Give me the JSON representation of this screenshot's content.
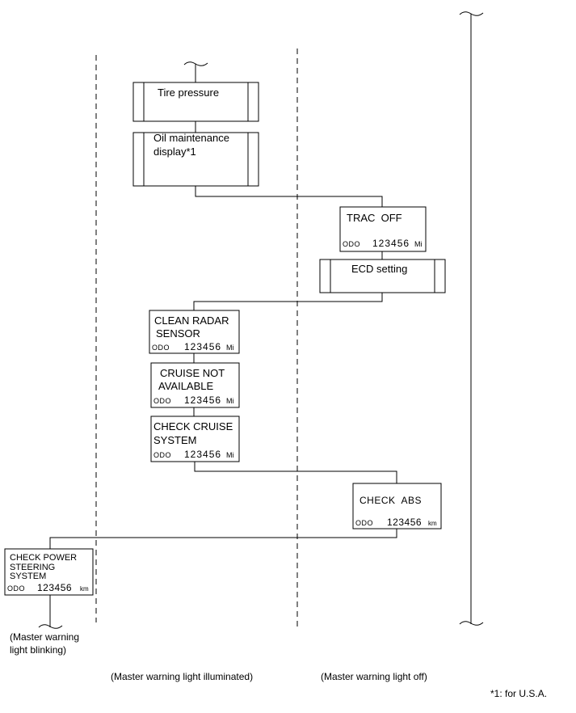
{
  "boxes": {
    "tire_pressure": {
      "label": "Tire pressure"
    },
    "oil_maintenance": {
      "line1": "Oil maintenance",
      "line2": "display*1"
    },
    "trac_off": {
      "label": "TRAC  OFF",
      "odo_label": "ODO",
      "odo_value": "123456",
      "odo_unit": "Mi"
    },
    "ecd_setting": {
      "label": "ECD setting"
    },
    "clean_radar": {
      "line1": "CLEAN RADAR",
      "line2": "SENSOR",
      "odo_label": "ODO",
      "odo_value": "123456",
      "odo_unit": "Mi"
    },
    "cruise_not_available": {
      "line1": "CRUISE NOT",
      "line2": "AVAILABLE",
      "odo_label": "ODO",
      "odo_value": "123456",
      "odo_unit": "Mi"
    },
    "check_cruise": {
      "line1": "CHECK CRUISE",
      "line2": "SYSTEM",
      "odo_label": "ODO",
      "odo_value": "123456",
      "odo_unit": "Mi"
    },
    "check_abs": {
      "label": "CHECK  ABS",
      "odo_label": "ODO",
      "odo_value": "123456",
      "odo_unit": "km"
    },
    "check_power_steering": {
      "line1": "CHECK POWER",
      "line2": "STEERING",
      "line3": "SYSTEM",
      "odo_label": "ODO",
      "odo_value": "123456",
      "odo_unit": "km"
    }
  },
  "captions": {
    "blinking_line1": "(Master warning",
    "blinking_line2": "light blinking)",
    "illuminated": "(Master warning light illuminated)",
    "off": "(Master warning light off)",
    "footnote": "*1: for U.S.A."
  }
}
